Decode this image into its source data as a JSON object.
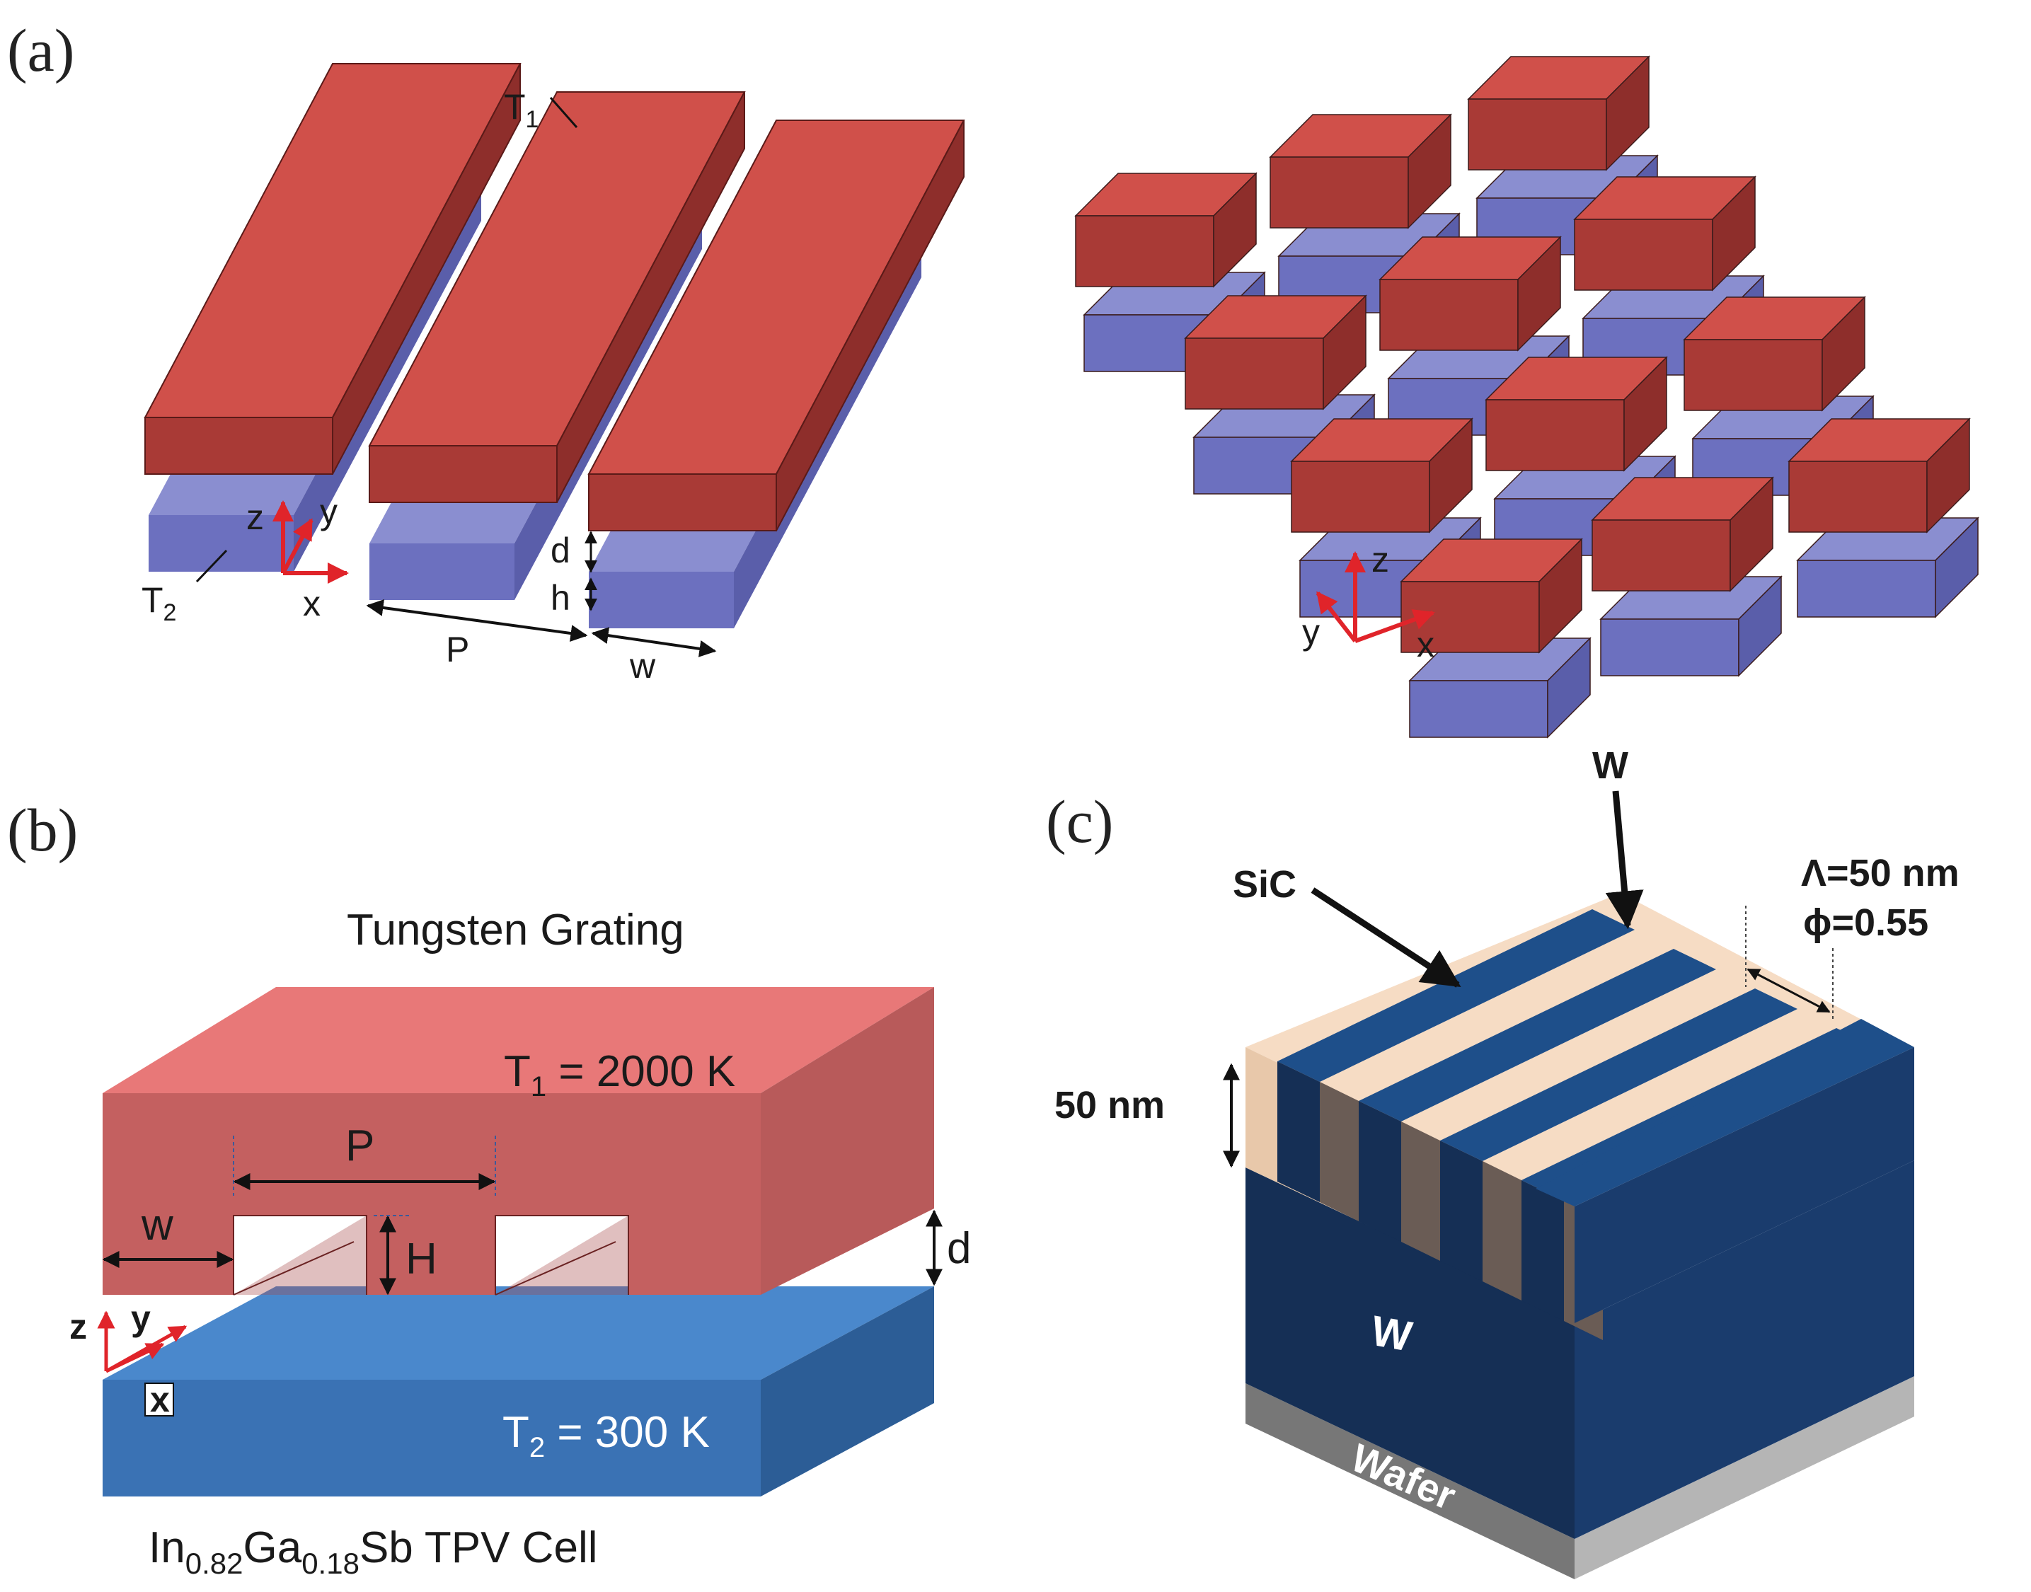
{
  "panels": {
    "a": {
      "label": "(a)",
      "left": {
        "T1": "T",
        "T1_sub": "1",
        "T2": "T",
        "T2_sub": "2",
        "axis_z": "z",
        "axis_y": "y",
        "axis_x": "x",
        "d": "d",
        "h": "h",
        "P": "P",
        "w": "w"
      },
      "right": {
        "axis_z": "z",
        "axis_y": "y",
        "axis_x": "x"
      }
    },
    "b": {
      "label": "(b)",
      "title": "Tungsten Grating",
      "T1_main": "T",
      "T1_sub": "1",
      "T1_value": " = 2000 K",
      "T2_main": "T",
      "T2_sub": "2",
      "T2_value": " = 300 K",
      "P": "P",
      "w": "w",
      "H": "H",
      "d": "d",
      "axis_z": "z",
      "axis_y": "y",
      "axis_x": "x",
      "cell_caption": {
        "p1": "In",
        "s1": "0.82",
        "p2": "Ga",
        "s2": "0.18",
        "p3": "Sb TPV Cell"
      }
    },
    "c": {
      "label": "(c)",
      "w_top": "W",
      "sic": "SiC",
      "lambda": "Λ=50 nm",
      "phi": "ϕ=0.55",
      "thickness": "50 nm",
      "w_body": "W",
      "wafer": "Wafer"
    }
  },
  "colors": {
    "red_top": "#d0504a",
    "red_front": "#a93a36",
    "red_side": "#8e2e2b",
    "blue_top": "#8a8ed0",
    "blue_front": "#6c70bf",
    "blue_side": "#5a5eaa",
    "pink_front": "#c46060",
    "pink_top": "#e87878",
    "pink_side": "#b85a5a",
    "cell_top": "#4a88cc",
    "cell_front": "#3a72b4",
    "cell_side": "#2c5d96",
    "navy_top": "#1e4f8a",
    "navy_front": "#152f55",
    "navy_side": "#1a3c6d",
    "sic": "#f6dcc4",
    "gray_dark": "#777777",
    "gray_light": "#b5b5b5",
    "axis_red": "#e0242a"
  }
}
